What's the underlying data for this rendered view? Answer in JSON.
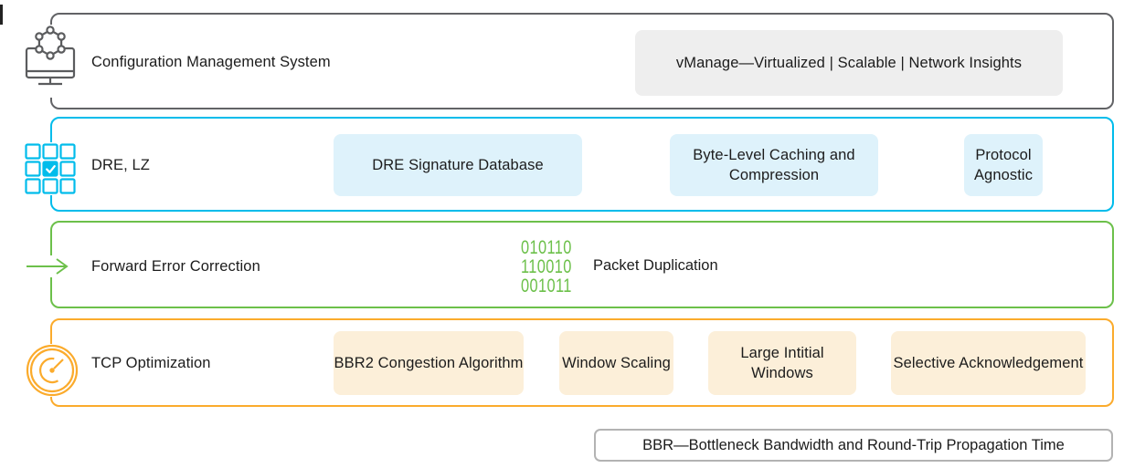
{
  "colors": {
    "cms_border": "#626366",
    "dre_border": "#00bceb",
    "fec_border": "#6cc04a",
    "tcp_border": "#fbab2c",
    "tag_gray_bg": "#eeeeee",
    "tag_blue_bg": "#def2fb",
    "tag_cream_bg": "#fcefd9",
    "binary_green": "#6cc04a",
    "footnote_border": "#b3b3b3"
  },
  "rows": [
    {
      "id": "cms",
      "label": "Configuration Management System",
      "icon": "managed-system-icon",
      "tags": [
        "vManage—Virtualized | Scalable | Network Insights"
      ]
    },
    {
      "id": "dre",
      "label": "DRE, LZ",
      "icon": "grid-check-icon",
      "tags": [
        "DRE Signature Database",
        "Byte-Level Caching and Compression",
        "Protocol Agnostic"
      ]
    },
    {
      "id": "fec",
      "label": "Forward Error Correction",
      "icon": "arrow-right-icon",
      "binary": [
        "010110",
        "110010",
        "001011"
      ],
      "tags": [
        "Packet Duplication"
      ]
    },
    {
      "id": "tcp",
      "label": "TCP Optimization",
      "icon": "gauge-icon",
      "tags": [
        "BBR2 Congestion Algorithm",
        "Window Scaling",
        "Large Intitial Windows",
        "Selective Acknowledgement"
      ]
    }
  ],
  "footnote": "BBR—Bottleneck Bandwidth and Round-Trip Propagation Time"
}
